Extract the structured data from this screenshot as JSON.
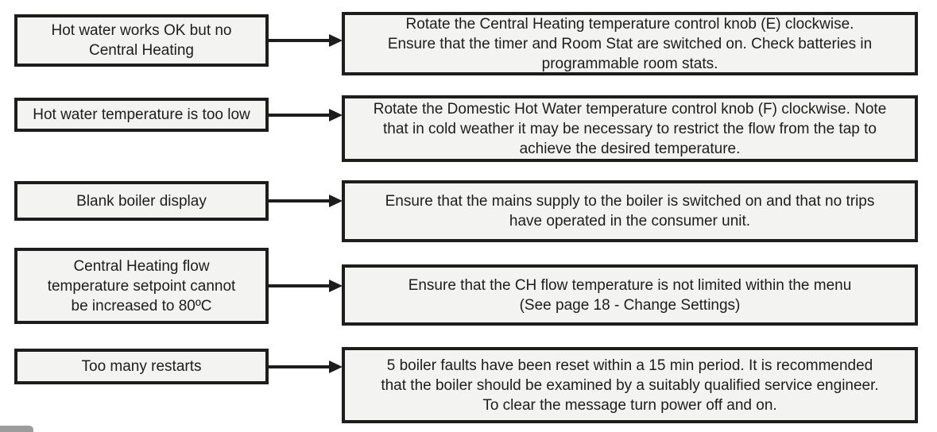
{
  "diagram": {
    "type": "troubleshooting-flowchart",
    "rows": [
      {
        "problem": "Hot water works OK but no\nCentral Heating",
        "solution": "Rotate the Central Heating temperature control knob (E) clockwise.\nEnsure that the timer and Room Stat are switched on.  Check batteries in\nprogrammable room stats."
      },
      {
        "problem": "Hot water temperature is too low",
        "solution": "Rotate the Domestic Hot Water temperature control knob (F) clockwise.  Note\nthat in cold weather it may be necessary to restrict the flow from the tap to\nachieve the desired temperature."
      },
      {
        "problem": "Blank boiler display",
        "solution": "Ensure that the mains supply to the boiler is switched on and that no trips\nhave operated in the consumer unit."
      },
      {
        "problem": "Central Heating flow\ntemperature setpoint cannot\nbe increased to 80ºC",
        "solution": "Ensure that the CH flow temperature is not limited within the menu\n(See page 18 - Change Settings)"
      },
      {
        "problem": "Too many restarts",
        "solution": "5 boiler faults have been reset within a 15 min period.  It is recommended\nthat the boiler should be examined by a suitably qualified service engineer.\nTo clear the message turn power off and on."
      }
    ]
  },
  "colors": {
    "box_fill": "#f3f3f1",
    "box_border": "#1d1d1d",
    "text": "#1d1d1d",
    "arrow": "#1d1d1d",
    "bottom_left_tab": "#9c9c9c",
    "background": "#ffffff"
  }
}
